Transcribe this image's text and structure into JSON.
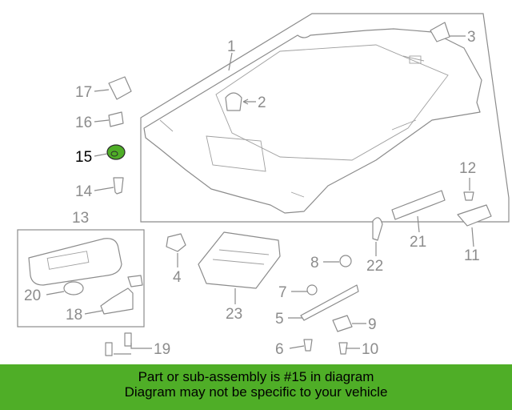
{
  "callouts": [
    {
      "n": "1"
    },
    {
      "n": "2"
    },
    {
      "n": "3"
    },
    {
      "n": "4"
    },
    {
      "n": "5"
    },
    {
      "n": "6"
    },
    {
      "n": "7"
    },
    {
      "n": "8"
    },
    {
      "n": "9"
    },
    {
      "n": "10"
    },
    {
      "n": "11"
    },
    {
      "n": "12"
    },
    {
      "n": "13"
    },
    {
      "n": "14"
    },
    {
      "n": "15"
    },
    {
      "n": "16"
    },
    {
      "n": "17"
    },
    {
      "n": "18"
    },
    {
      "n": "19"
    },
    {
      "n": "20"
    },
    {
      "n": "21"
    },
    {
      "n": "22"
    },
    {
      "n": "23"
    }
  ],
  "highlighted_part": "15",
  "colors": {
    "banner": "#4fae27",
    "highlight": "#4fae27",
    "line": "#8c8c8c"
  },
  "banner": {
    "line1": "Part or sub-assembly is #15 in diagram",
    "line2": "Diagram may not be specific to your vehicle"
  }
}
